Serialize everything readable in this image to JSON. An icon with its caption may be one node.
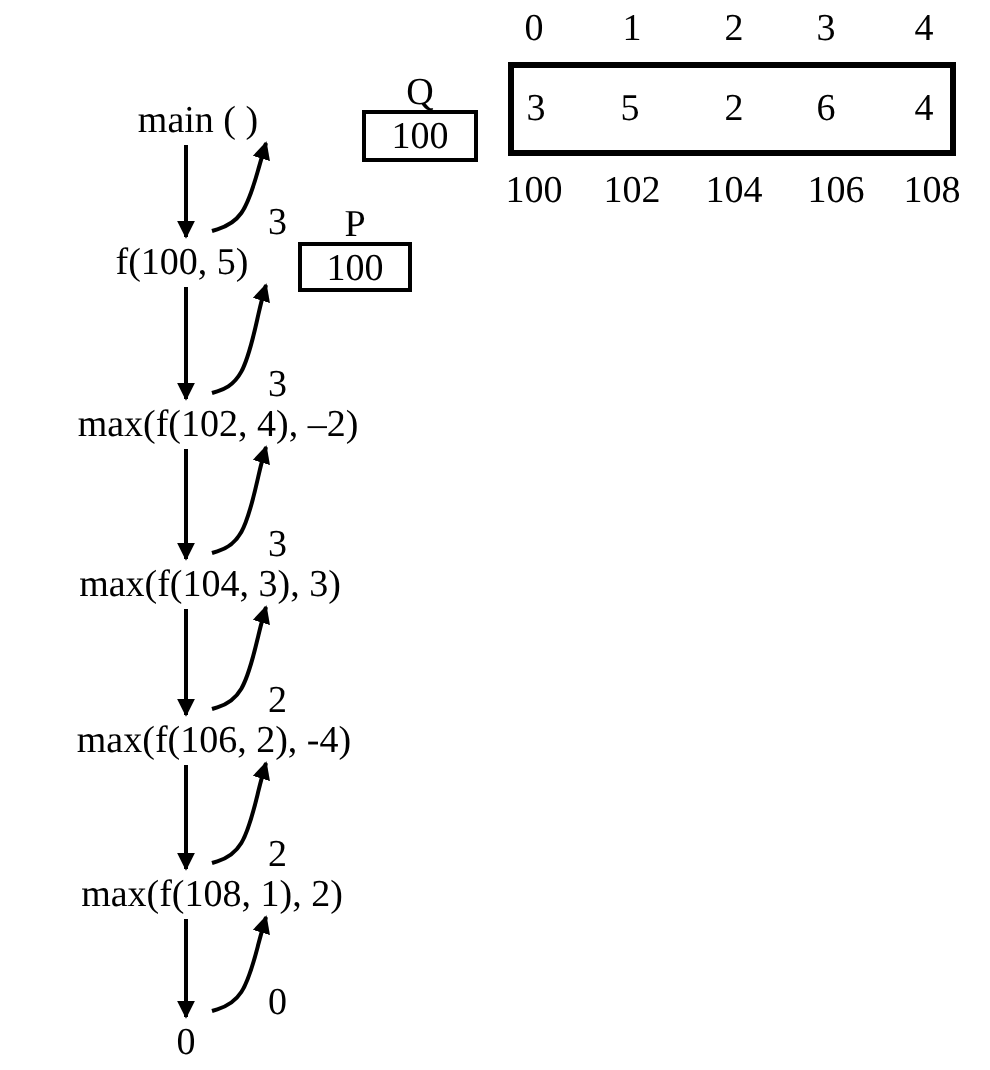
{
  "diagram": {
    "nodes": [
      {
        "text": [
          "main ( )"
        ]
      },
      {
        "text": [
          "Q",
          "100"
        ]
      },
      {
        "text": [
          "3",
          "5",
          "2",
          "6",
          "4"
        ]
      },
      {
        "text": [
          "f(100, 5)"
        ]
      },
      {
        "text": [
          "P",
          "100"
        ]
      },
      {
        "text": [
          "max(f(102, 4), –2)"
        ]
      },
      {
        "text": [
          "max(f(104, 3), 3)"
        ]
      },
      {
        "text": [
          "max(f(106, 2), -4)"
        ]
      },
      {
        "text": [
          "max(f(108, 1), 2)"
        ]
      },
      {
        "text": [
          "0"
        ]
      }
    ],
    "edges": [
      {
        "from": 0,
        "to": 3,
        "arrow": "to"
      },
      {
        "from": 3,
        "to": 0,
        "arrow": "to",
        "label": "3"
      },
      {
        "from": 3,
        "to": 5,
        "arrow": "to"
      },
      {
        "from": 5,
        "to": 3,
        "arrow": "to",
        "label": "3"
      },
      {
        "from": 5,
        "to": 6,
        "arrow": "to"
      },
      {
        "from": 6,
        "to": 5,
        "arrow": "to",
        "label": "3"
      },
      {
        "from": 6,
        "to": 7,
        "arrow": "to"
      },
      {
        "from": 7,
        "to": 6,
        "arrow": "to",
        "label": "2"
      },
      {
        "from": 7,
        "to": 8,
        "arrow": "to"
      },
      {
        "from": 8,
        "to": 7,
        "arrow": "to",
        "label": "2"
      },
      {
        "from": 8,
        "to": 9,
        "arrow": "to"
      },
      {
        "from": 9,
        "to": 8,
        "arrow": "to",
        "label": "0"
      }
    ],
    "labels": [
      "0",
      "1",
      "2",
      "3",
      "4",
      "100",
      "102",
      "104",
      "106",
      "108"
    ]
  }
}
